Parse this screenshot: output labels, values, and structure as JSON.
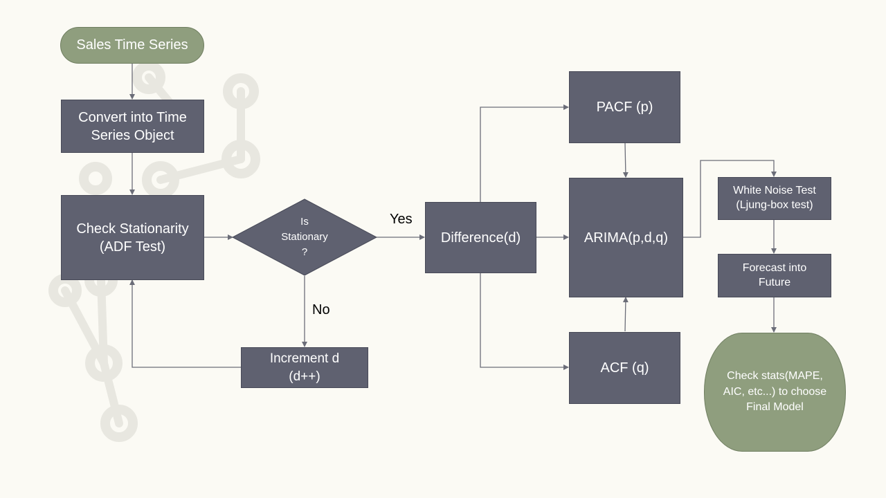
{
  "nodes": {
    "start": "Sales Time Series",
    "convert": "Convert into Time\nSeries Object",
    "check": "Check Stationarity\n(ADF Test)",
    "decision": "Is\nStationary\n?",
    "increment": "Increment d\n(d++)",
    "difference": "Difference(d)",
    "pacf": "PACF (p)",
    "acf": "ACF (q)",
    "arima": "ARIMA(p,d,q)",
    "white_noise": "White Noise Test\n(Ljung-box test)",
    "forecast": "Forecast into\nFuture",
    "final": "Check stats(MAPE,\nAIC, etc...) to choose\nFinal Model"
  },
  "edge_labels": {
    "yes": "Yes",
    "no": "No"
  },
  "colors": {
    "background": "#fbfaf4",
    "process_box": "#5f6170",
    "terminal": "#8f9e7e",
    "connector": "#6b6d78"
  }
}
